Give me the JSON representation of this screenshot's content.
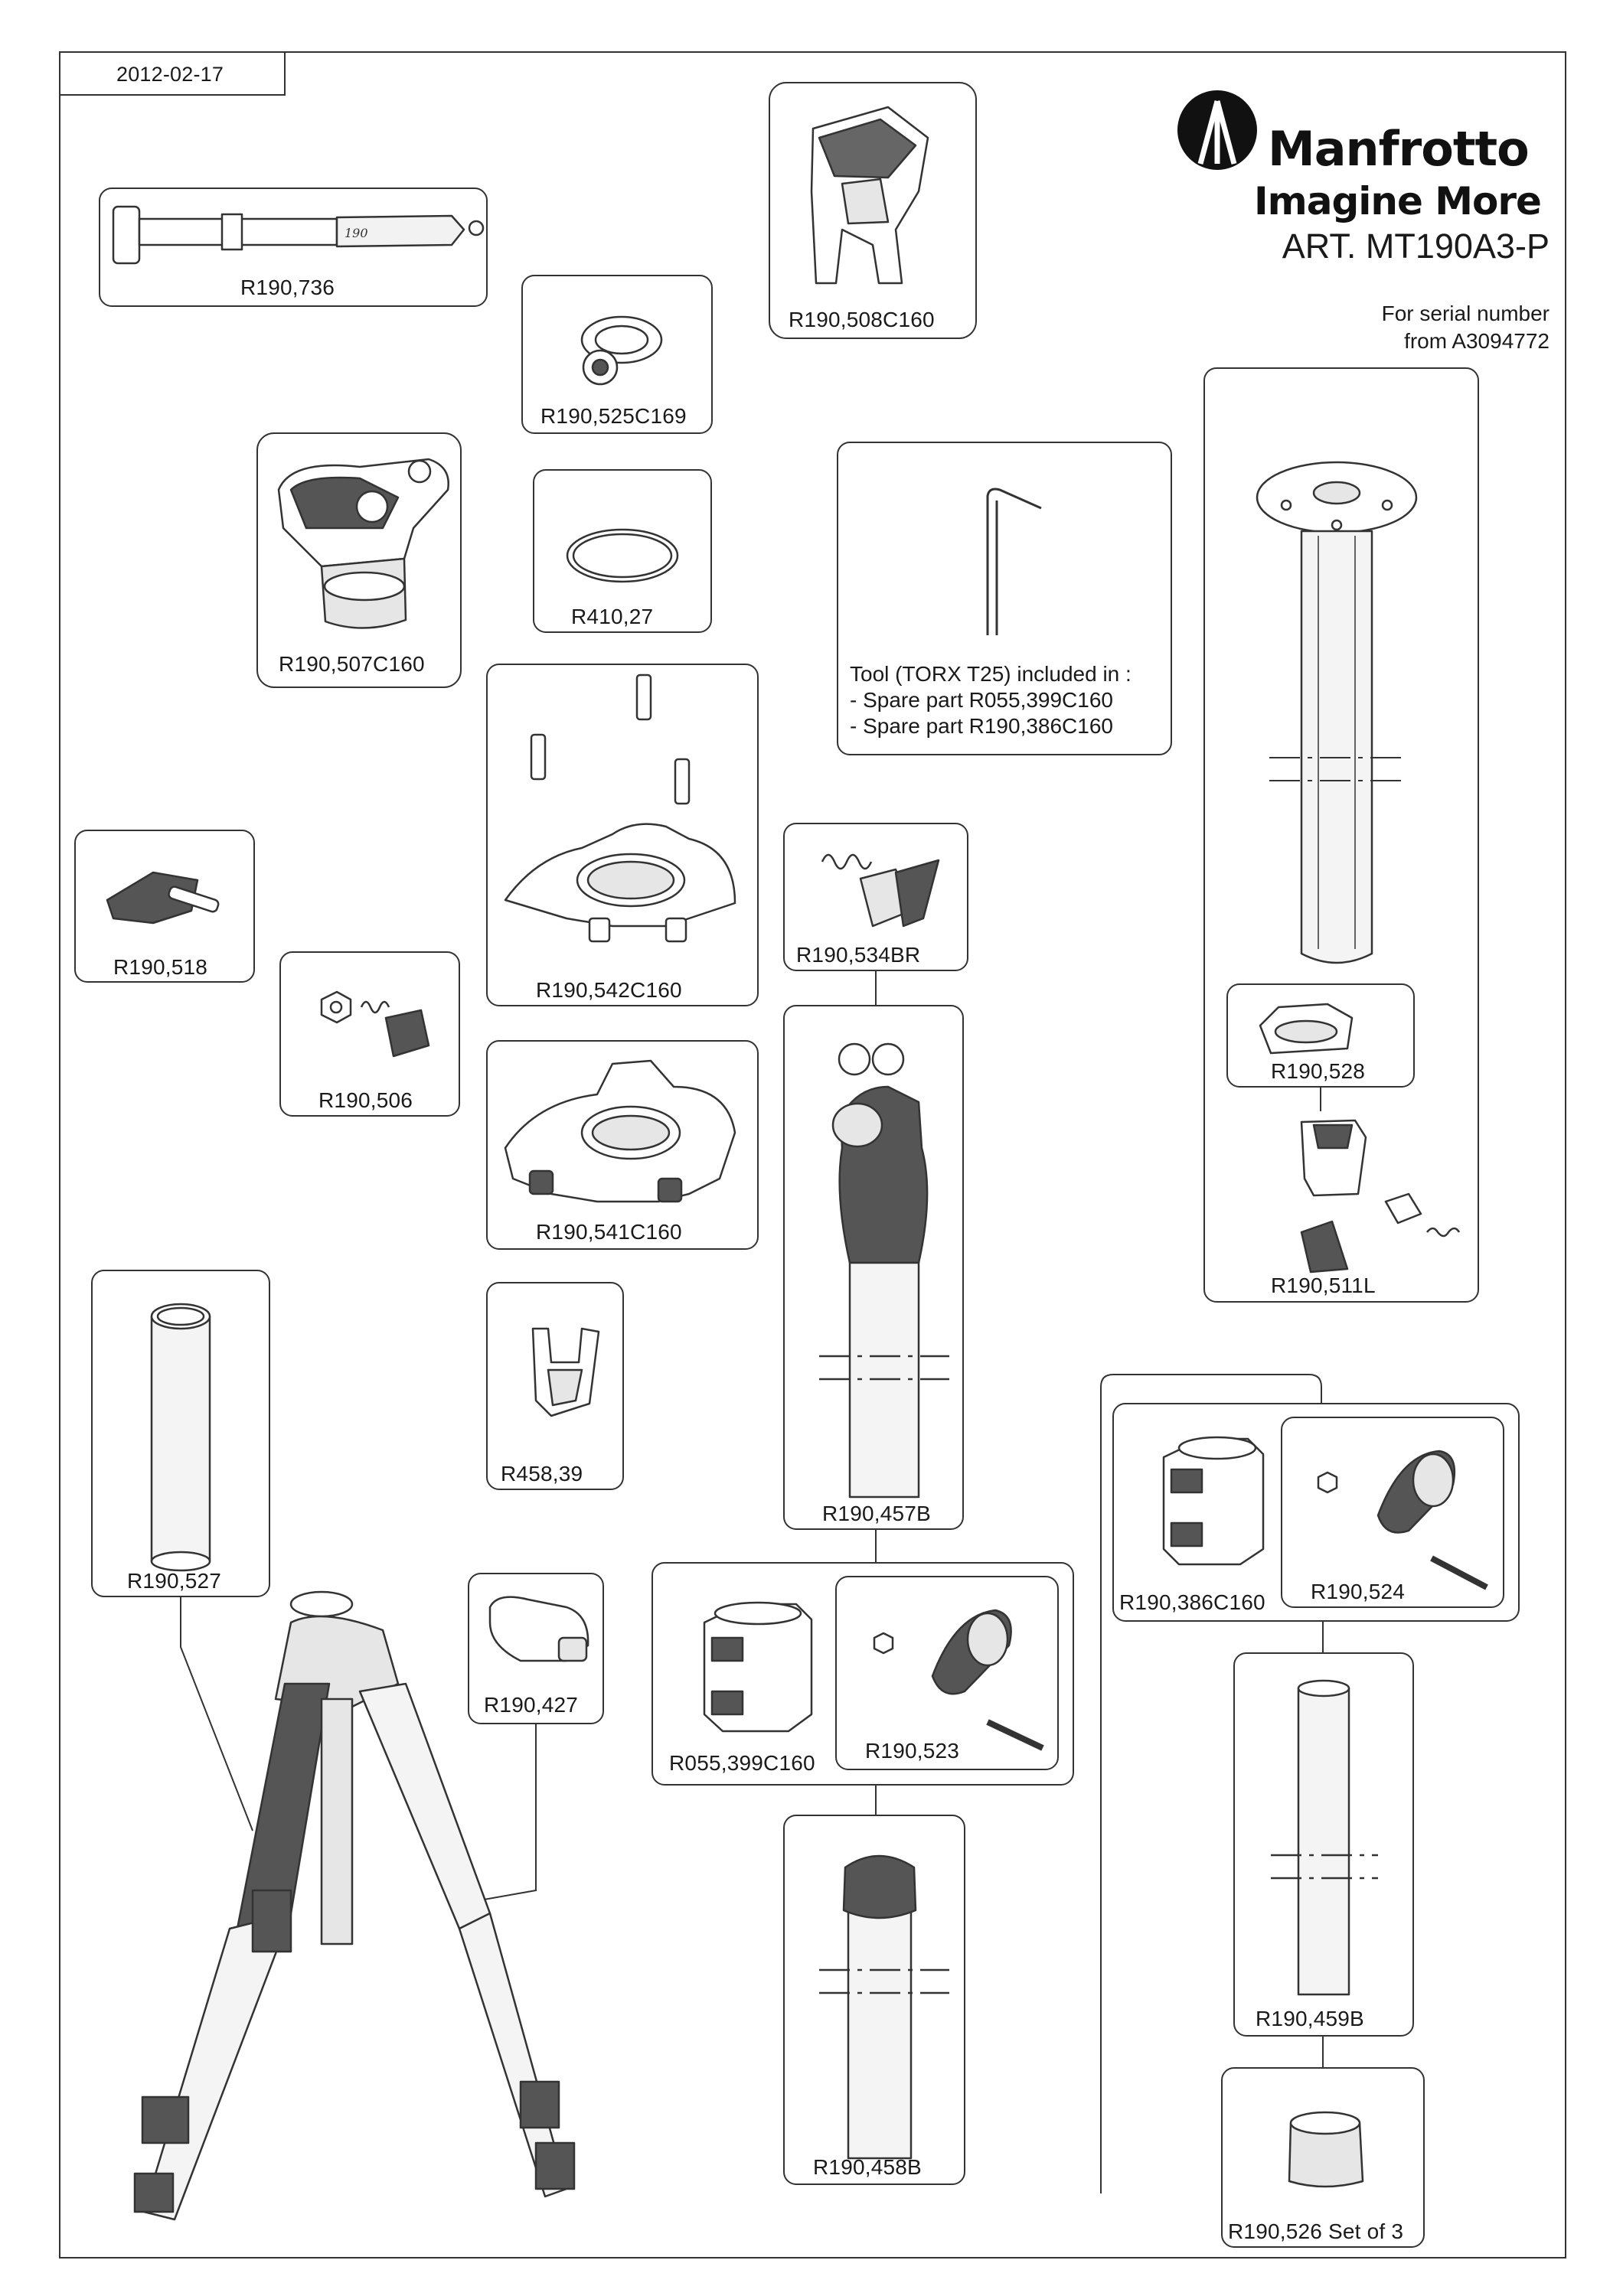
{
  "header": {
    "date": "2012-02-17",
    "brand": "Manfrotto",
    "tagline": "Imagine More",
    "article": "ART. MT190A3-P",
    "serial_line1": "For serial number",
    "serial_line2": "from A3094772"
  },
  "tool_note": {
    "line1": "Tool (TORX T25) included in :",
    "line2": "- Spare part R055,399C160",
    "line3": "- Spare part R190,386C160"
  },
  "parts": {
    "strap": "R190,736",
    "collar_small": "R190,525C169",
    "top_casting": "R190,508C160",
    "column_lock": "R190,507C160",
    "ring": "R410,27",
    "spider": "R190,542C160",
    "center_column": "R190,511L",
    "lever_518": "R190,518",
    "nut_spring": "R190,506",
    "leg_lock_534": "R190,534BR",
    "column_foot": "R190,528",
    "spider_base": "R190,541C160",
    "upper_leg": "R190,457B",
    "tube": "R190,527",
    "clip": "R458,39",
    "clamp_386": "R190,386C160",
    "lever_524": "R190,524",
    "hook_427": "R190,427",
    "clamp_399": "R055,399C160",
    "lever_523": "R190,523",
    "lower_leg_458": "R190,458B",
    "mid_leg_459": "R190,459B",
    "feet": "R190,526 Set of 3"
  },
  "colors": {
    "line": "#333333",
    "fill_dark": "#555555",
    "fill_light": "#e6e6e6"
  }
}
